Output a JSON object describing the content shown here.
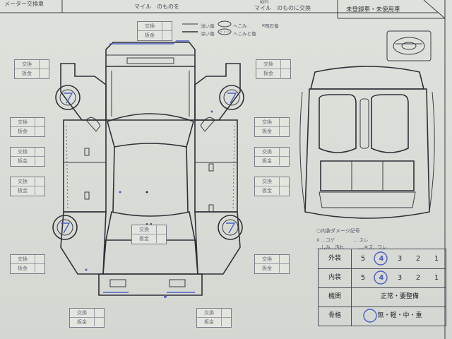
{
  "header": {
    "meter_label": "メーター交換車",
    "mile_label_1": "マイル　のものを",
    "km_label": "km",
    "mile_label_2": "マイル　のものに交換",
    "unregistered": "未登録車・未使用車"
  },
  "legend": {
    "shallow": "浅い傷",
    "deep": "深い傷",
    "dent": "へこみ",
    "dent_scratch": "へこみと傷",
    "chip": "飛石傷"
  },
  "part_boxes": {
    "row1": "交換",
    "row2": "板金"
  },
  "interior_damage": {
    "title": "○内装ダメージ記号",
    "line1": "X …コゲ　　　　… スレ",
    "line2": "…しみ、汚れ　　　 …キズ、ワレ"
  },
  "grades": [
    {
      "label": "外装",
      "values": [
        "5",
        "4",
        "3",
        "2",
        "1"
      ],
      "circled": "4"
    },
    {
      "label": "内装",
      "values": [
        "5",
        "4",
        "3",
        "2",
        "1"
      ],
      "circled": "4"
    }
  ],
  "engine": {
    "label": "機関",
    "text": "正常・要整備"
  },
  "accident": {
    "label": "骨格",
    "text": "無・軽・中・重",
    "circled": "無"
  },
  "tire_mark": "7",
  "colors": {
    "ink": "#2f3038",
    "pen": "#4c5fc6",
    "paper": "#dfe2dc"
  }
}
